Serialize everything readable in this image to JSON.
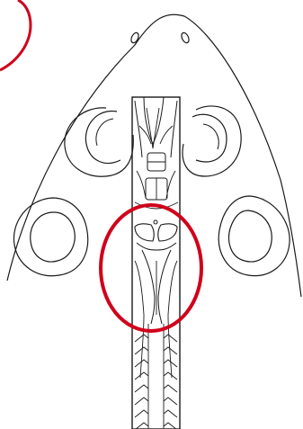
{
  "figure": {
    "subject": "embryo-head-dorsal-view",
    "line_color": "#1a1a1a",
    "background_color": "#ffffff",
    "highlight_color": "#d0021b",
    "highlights": [
      {
        "name": "hindbrain-region-circle"
      },
      {
        "name": "corner-partial-circle"
      }
    ]
  }
}
